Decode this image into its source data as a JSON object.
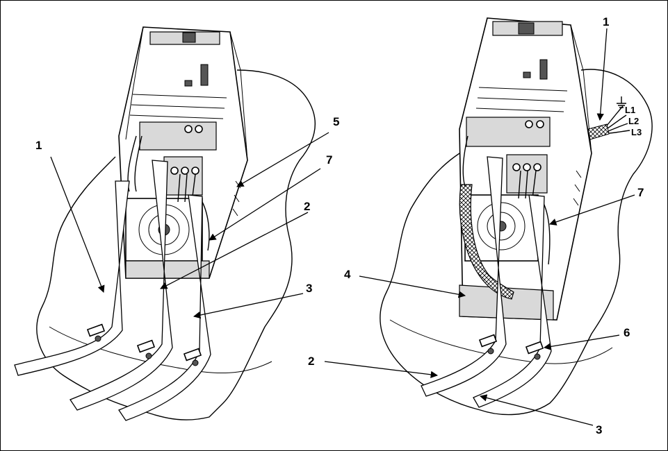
{
  "figure": {
    "left_panel": {
      "callouts": [
        {
          "id": "l-1",
          "text": "1"
        },
        {
          "id": "l-2",
          "text": "2"
        },
        {
          "id": "l-3",
          "text": "3"
        },
        {
          "id": "l-5",
          "text": "5"
        },
        {
          "id": "l-7",
          "text": "7"
        }
      ]
    },
    "right_panel": {
      "callouts": [
        {
          "id": "r-1",
          "text": "1"
        },
        {
          "id": "r-2",
          "text": "2"
        },
        {
          "id": "r-3",
          "text": "3"
        },
        {
          "id": "r-4",
          "text": "4"
        },
        {
          "id": "r-6",
          "text": "6"
        },
        {
          "id": "r-7",
          "text": "7"
        }
      ],
      "phase_labels": [
        "L1",
        "L2",
        "L3"
      ]
    }
  }
}
